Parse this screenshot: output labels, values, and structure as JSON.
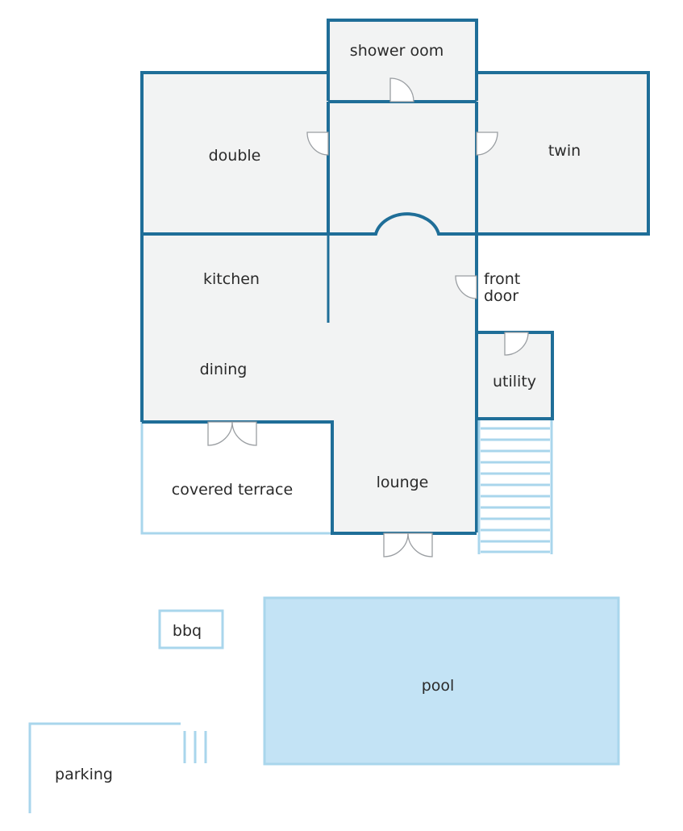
{
  "plan": {
    "rooms": {
      "shower": "shower oom",
      "double": "double",
      "twin": "twin",
      "kitchen": "kitchen",
      "front_door_line1": "front",
      "front_door_line2": "door",
      "dining": "dining",
      "utility": "utility",
      "covered_terrace": "covered terrace",
      "lounge": "lounge",
      "bbq": "bbq",
      "pool": "pool",
      "parking": "parking"
    },
    "colors": {
      "wall": "#1f6e98",
      "light_outline": "#a9d6ec",
      "floor": "#f2f3f3",
      "pool_fill": "#c3e3f5",
      "door": "#9a9ea2"
    }
  }
}
